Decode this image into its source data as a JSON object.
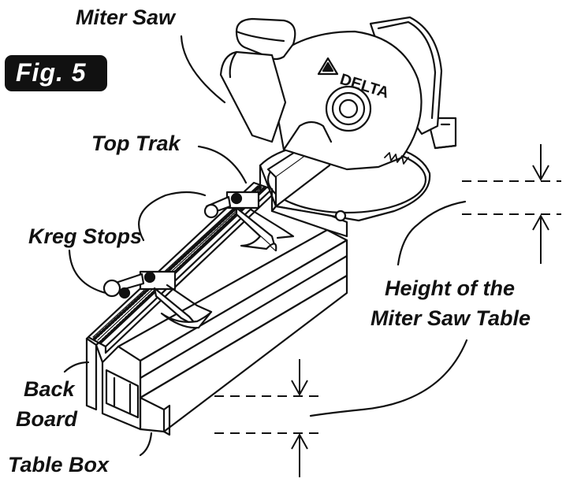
{
  "figure_label": "Fig. 5",
  "brand": "DELTA",
  "labels": {
    "miter_saw": "Miter Saw",
    "top_trak": "Top Trak",
    "kreg_stops": "Kreg Stops",
    "height_line1": "Height of the",
    "height_line2": "Miter Saw Table",
    "back": "Back",
    "board": "Board",
    "table_box": "Table Box"
  },
  "colors": {
    "ink": "#111111",
    "paper": "#ffffff",
    "shade": "#d9d9d9"
  }
}
